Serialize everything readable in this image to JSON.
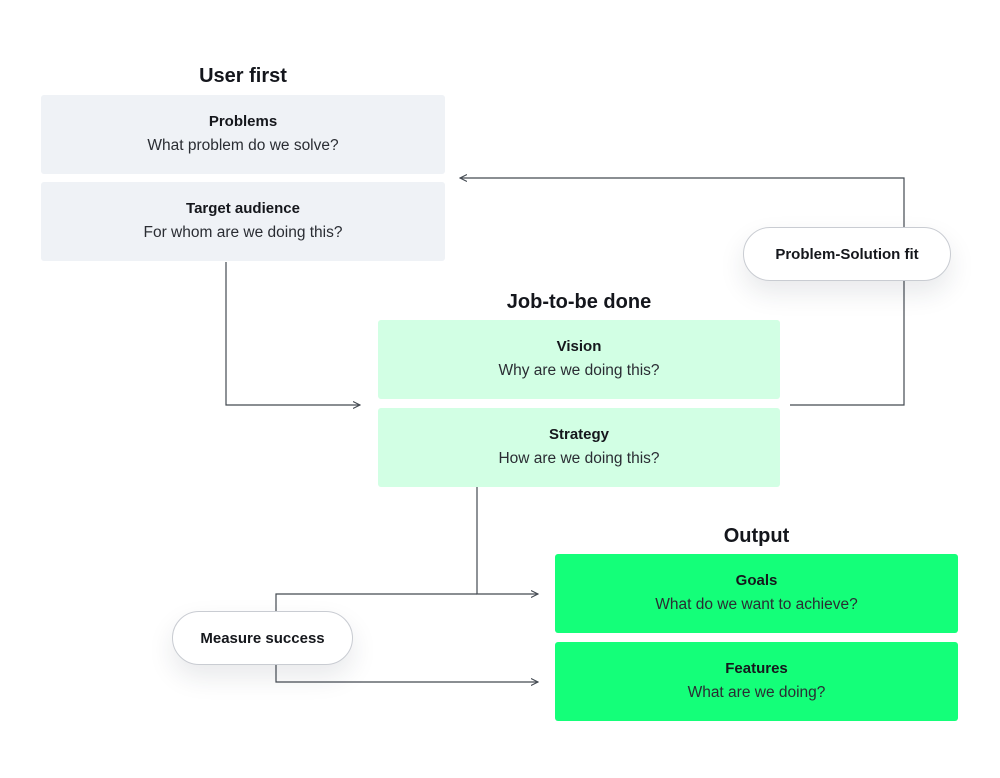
{
  "sections": {
    "user_first": "User first",
    "job_to_be_done": "Job-to-be done",
    "output": "Output"
  },
  "cards": {
    "problems": {
      "title": "Problems",
      "subtitle": "What problem do we solve?"
    },
    "target_audience": {
      "title": "Target audience",
      "subtitle": "For whom are we doing this?"
    },
    "vision": {
      "title": "Vision",
      "subtitle": "Why are we doing this?"
    },
    "strategy": {
      "title": "Strategy",
      "subtitle": "How are we doing this?"
    },
    "goals": {
      "title": "Goals",
      "subtitle": "What do we want to achieve?"
    },
    "features": {
      "title": "Features",
      "subtitle": "What are we doing?"
    }
  },
  "pills": {
    "problem_solution_fit": "Problem-Solution fit",
    "measure_success": "Measure success"
  },
  "colors": {
    "gray_card": "#eff2f6",
    "mint_card": "#d2ffe4",
    "green_card": "#14ff79",
    "connector": "#444a52"
  }
}
